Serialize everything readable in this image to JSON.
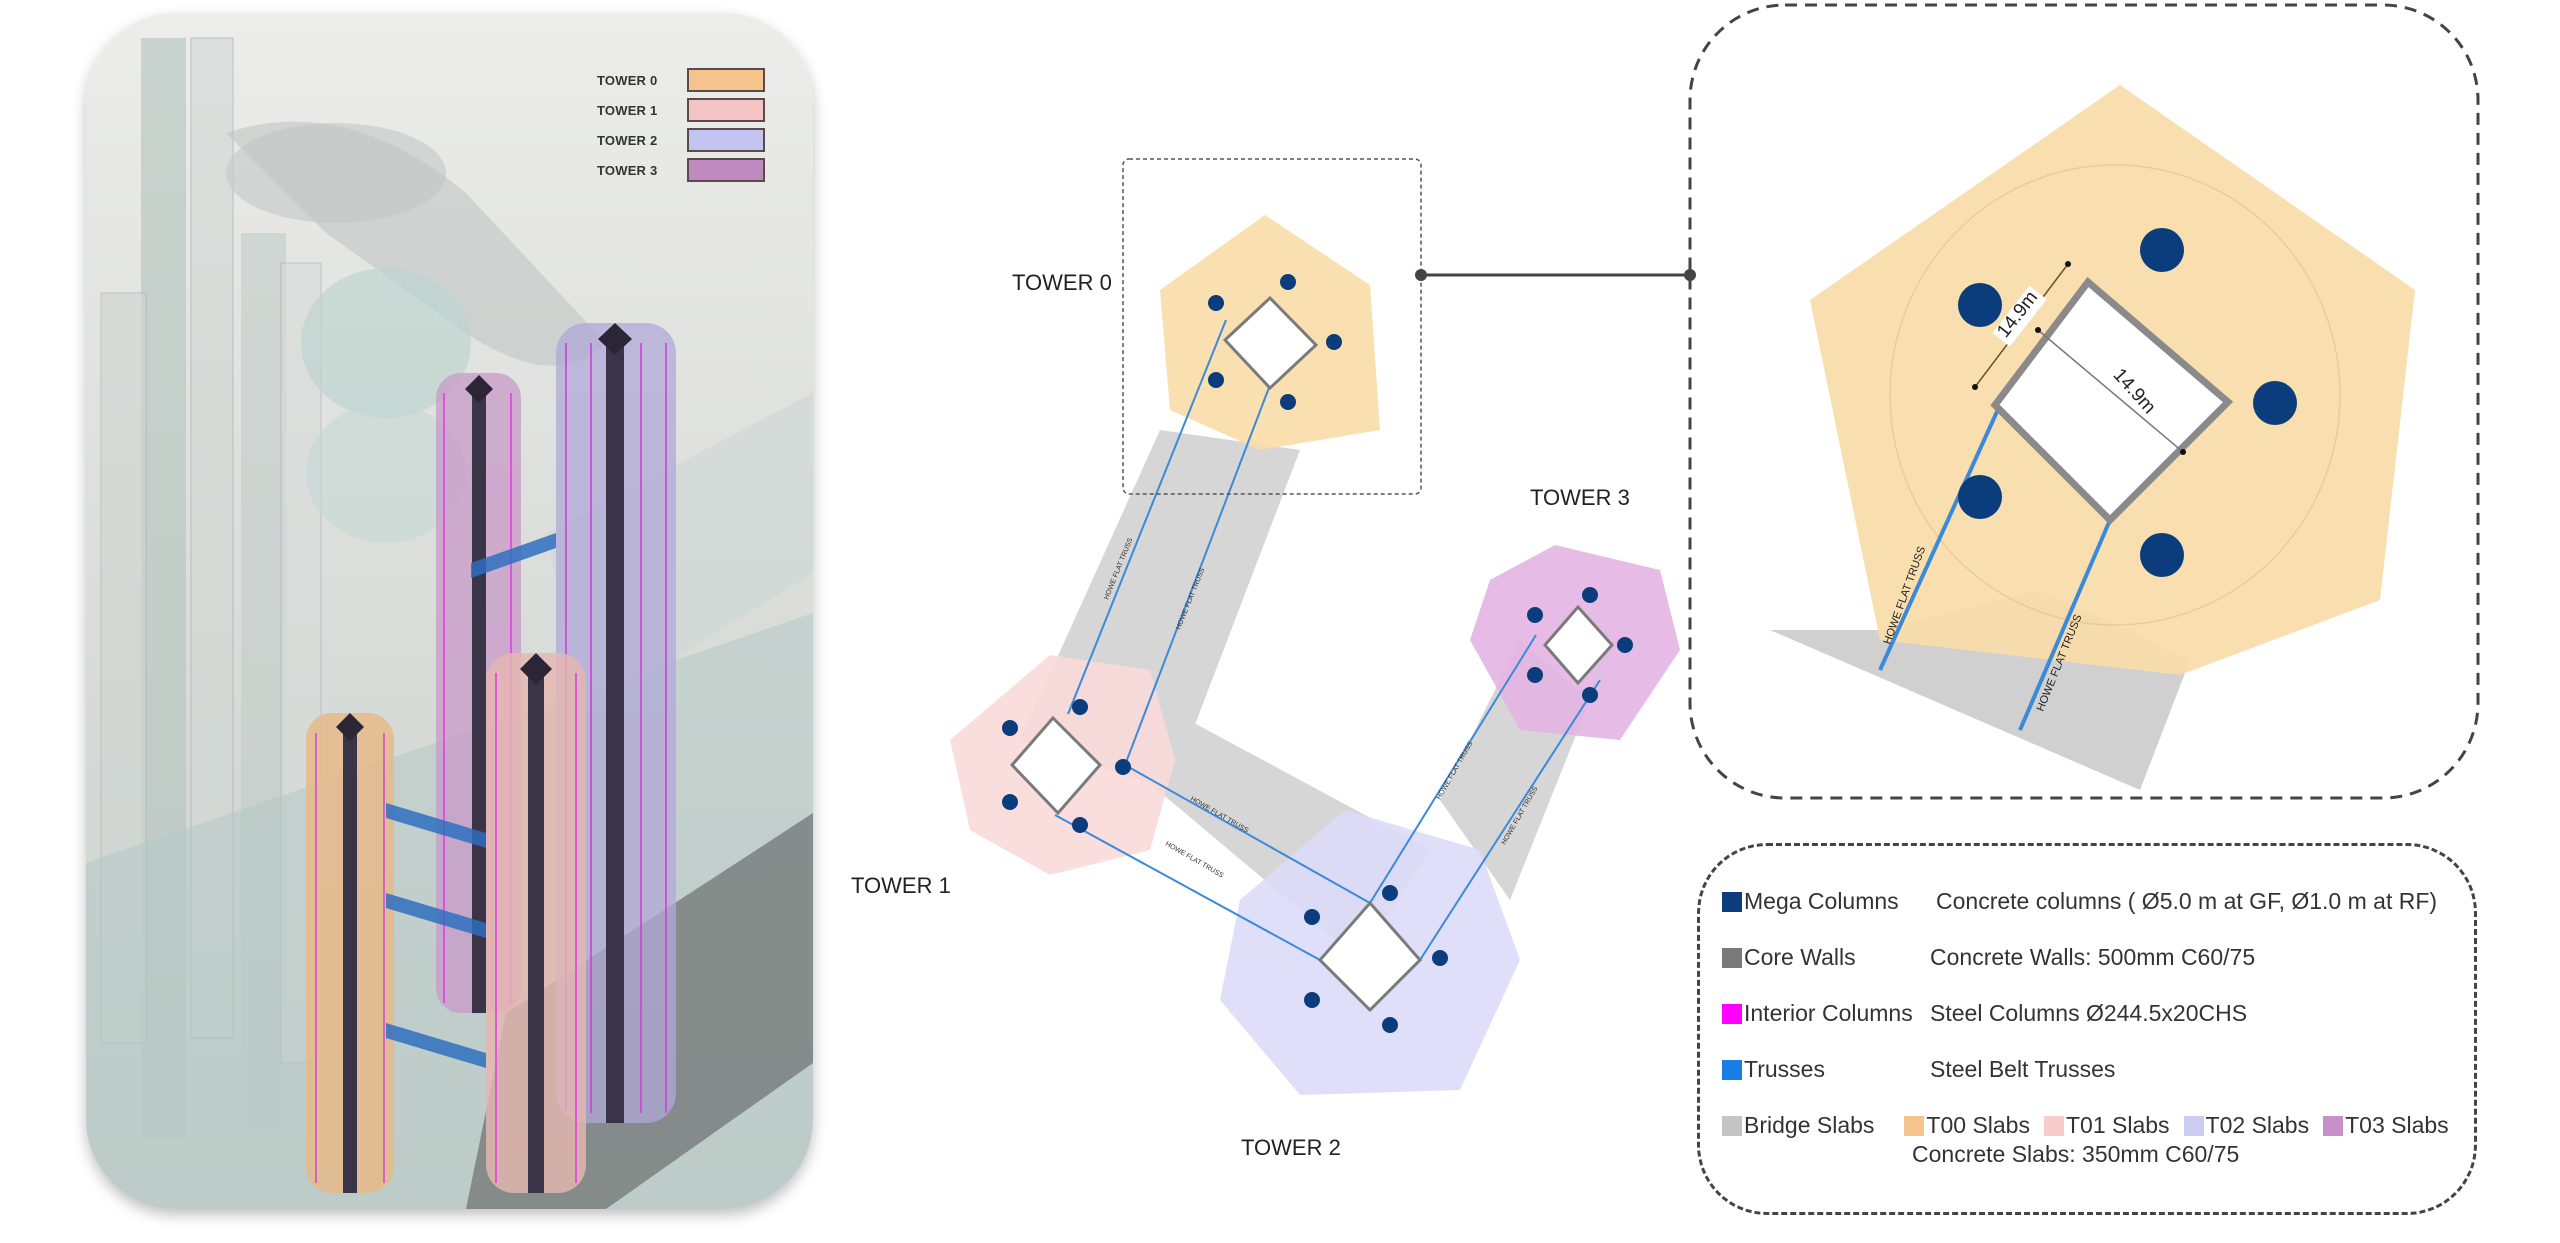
{
  "render_panel": {
    "legend": [
      {
        "label": "TOWER 0",
        "color": "#f5c48c"
      },
      {
        "label": "TOWER 1",
        "color": "#f4c4c4"
      },
      {
        "label": "TOWER 2",
        "color": "#c4c4f2"
      },
      {
        "label": "TOWER 3",
        "color": "#c08ac0"
      }
    ]
  },
  "plan": {
    "towers": [
      {
        "label": "TOWER 0",
        "color": "#f9dba8"
      },
      {
        "label": "TOWER 1",
        "color": "#fadada"
      },
      {
        "label": "TOWER 2",
        "color": "#dcdcf8"
      },
      {
        "label": "TOWER 3",
        "color": "#e3b4e3"
      }
    ],
    "truss_label": "HOWE FLAT TRUSS",
    "column_color": "#0b3d7d",
    "core_color": "#7a7a7a",
    "truss_color": "#3b8ad9",
    "bridge_color": "#d6d6d6"
  },
  "detail": {
    "dimension_1": "14.9m",
    "dimension_2": "14.9m",
    "truss_label_1": "HOWE FLAT TRUSS",
    "truss_label_2": "HOWE FLAT TRUSS"
  },
  "legend": {
    "items": [
      {
        "name": "Mega Columns",
        "desc": "Concrete columns ( Ø5.0 m at GF, Ø1.0 m at RF)",
        "color": "#0b3d7d"
      },
      {
        "name": "Core Walls",
        "desc": "Concrete Walls: 500mm C60/75",
        "color": "#7a7a7a"
      },
      {
        "name": "Interior Columns",
        "desc": "Steel Columns Ø244.5x20CHS",
        "color": "#ff00ff"
      },
      {
        "name": "Trusses",
        "desc": "Steel Belt Trusses",
        "color": "#1a7ee6"
      },
      {
        "name": "Bridge Slabs",
        "desc": "",
        "color": "#c4c4c4"
      }
    ],
    "slabs": [
      {
        "name": "T00 Slabs",
        "color": "#f5c48c"
      },
      {
        "name": "T01 Slabs",
        "color": "#f7cccc"
      },
      {
        "name": "T02 Slabs",
        "color": "#ccccf5"
      },
      {
        "name": "T03 Slabs",
        "color": "#c890c8"
      }
    ],
    "slabs_desc": "Concrete Slabs: 350mm C60/75"
  }
}
